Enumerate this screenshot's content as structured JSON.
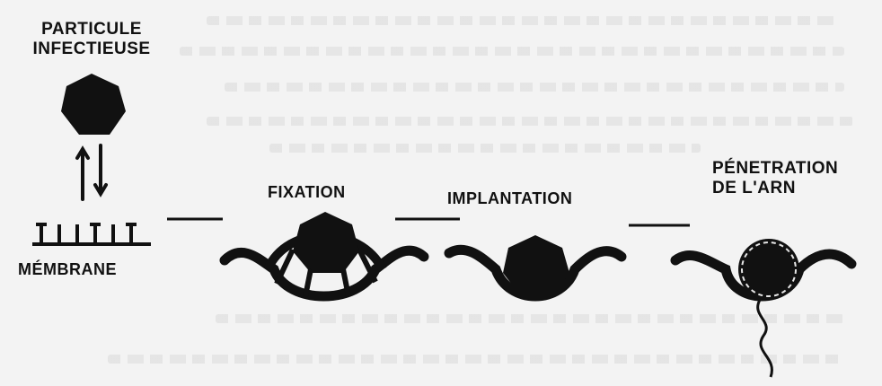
{
  "labels": {
    "particle_line1": "PARTICULE",
    "particle_line2": "INFECTIEUSE",
    "membrane": "MÉMBRANE",
    "fixation": "FIXATION",
    "implantation": "IMPLANTATION",
    "penetration_line1": "PÉNETRATION",
    "penetration_line2": "DE L'ARN"
  },
  "colors": {
    "ink": "#111111",
    "paper": "#f3f3f3"
  },
  "icons": [
    "hexagon-virus-icon",
    "double-arrow-icon",
    "membrane-receptor-icon"
  ]
}
